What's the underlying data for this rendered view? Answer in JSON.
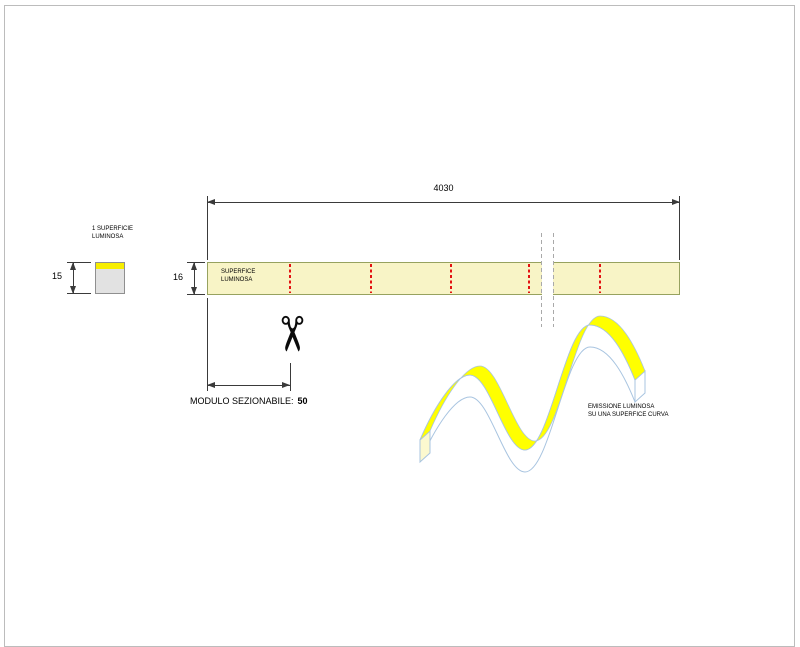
{
  "diagram": {
    "section": {
      "label_line1": "1 SUPERFICIE",
      "label_line2": "LUMINOSA",
      "height_dim": "15"
    },
    "strip": {
      "length_dim": "4030",
      "height_dim": "16",
      "label_line1": "SUPERFICE",
      "label_line2": "LUMINOSA"
    },
    "module": {
      "label": "MODULO SEZIONABILE:",
      "value": "50"
    },
    "wave": {
      "label_line1": "EMISSIONE LUMINOSA",
      "label_line2": "SU UNA SUPERFICE CURVA"
    },
    "icons": {
      "scissors": "✂"
    },
    "colors": {
      "luminous_yellow": "#ffff00",
      "section_yellow": "#f7ee00",
      "strip_fill": "#f8f4c6",
      "strip_border": "#97a25f",
      "cut_mark_red": "#e31212",
      "outline_blue": "#a8c4e0",
      "end_cap_pale": "#fcf9cf",
      "dim_line": "#3a3a3a",
      "page_border": "#bcbcbc"
    }
  }
}
